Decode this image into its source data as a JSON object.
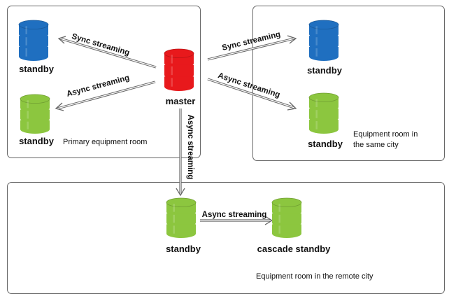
{
  "rooms": {
    "primary": {
      "label": "Primary equipment room"
    },
    "same_city": {
      "label_lines": [
        "Equipment room in",
        "the same city"
      ]
    },
    "remote_city": {
      "label": "Equipment room in the remote city"
    }
  },
  "nodes": {
    "master": {
      "label": "master",
      "color": "#e8191c"
    },
    "standby_primary_sync": {
      "label": "standby",
      "color": "#1f6fc0"
    },
    "standby_primary_async": {
      "label": "standby",
      "color": "#8cc63f"
    },
    "standby_same_city_sync": {
      "label": "standby",
      "color": "#1f6fc0"
    },
    "standby_same_city_async": {
      "label": "standby",
      "color": "#8cc63f"
    },
    "standby_remote": {
      "label": "standby",
      "color": "#8cc63f"
    },
    "cascade_standby": {
      "label": "cascade standby",
      "color": "#8cc63f"
    }
  },
  "edges": {
    "sync_left": {
      "label": "Sync streaming"
    },
    "async_left": {
      "label": "Async streaming"
    },
    "sync_right": {
      "label": "Sync streaming"
    },
    "async_right": {
      "label": "Async streaming"
    },
    "async_down": {
      "label": "Async streaming"
    },
    "async_cascade": {
      "label": "Async streaming"
    }
  }
}
